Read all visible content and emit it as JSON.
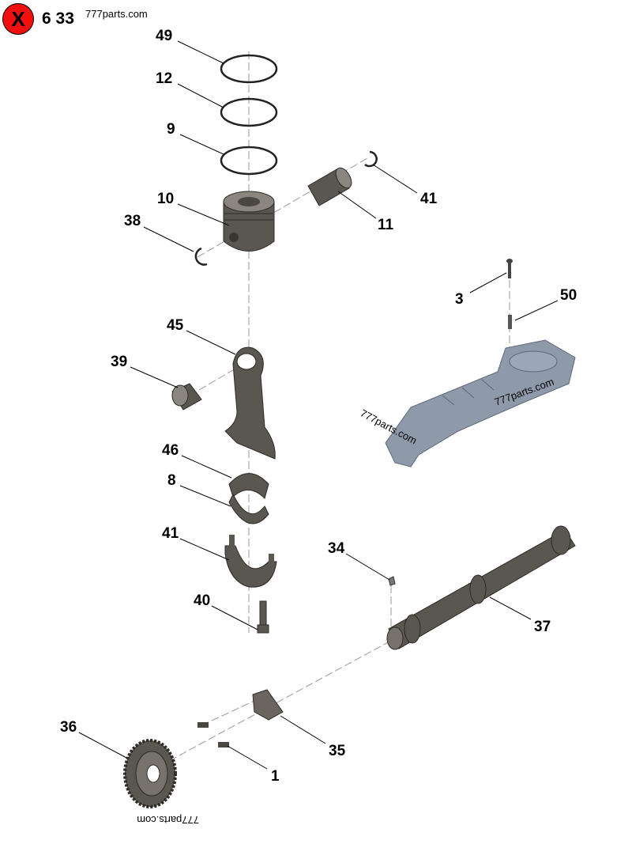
{
  "toolbar": {
    "close_label": "X",
    "page_info": "6 33"
  },
  "watermark": "777parts.com",
  "callouts": [
    {
      "id": "c49",
      "label": "49"
    },
    {
      "id": "c12",
      "label": "12"
    },
    {
      "id": "c9",
      "label": "9"
    },
    {
      "id": "c10",
      "label": "10"
    },
    {
      "id": "c38",
      "label": "38"
    },
    {
      "id": "c41a",
      "label": "41"
    },
    {
      "id": "c11",
      "label": "11"
    },
    {
      "id": "c3",
      "label": "3"
    },
    {
      "id": "c50",
      "label": "50"
    },
    {
      "id": "c45",
      "label": "45"
    },
    {
      "id": "c39",
      "label": "39"
    },
    {
      "id": "c46",
      "label": "46"
    },
    {
      "id": "c8",
      "label": "8"
    },
    {
      "id": "c41b",
      "label": "41"
    },
    {
      "id": "c34",
      "label": "34"
    },
    {
      "id": "c40",
      "label": "40"
    },
    {
      "id": "c37",
      "label": "37"
    },
    {
      "id": "c36",
      "label": "36"
    },
    {
      "id": "c35",
      "label": "35"
    },
    {
      "id": "c1",
      "label": "1"
    }
  ],
  "colors": {
    "close_button": "#f01010",
    "part": "#5a5650",
    "manifold": "#8e99aa"
  }
}
